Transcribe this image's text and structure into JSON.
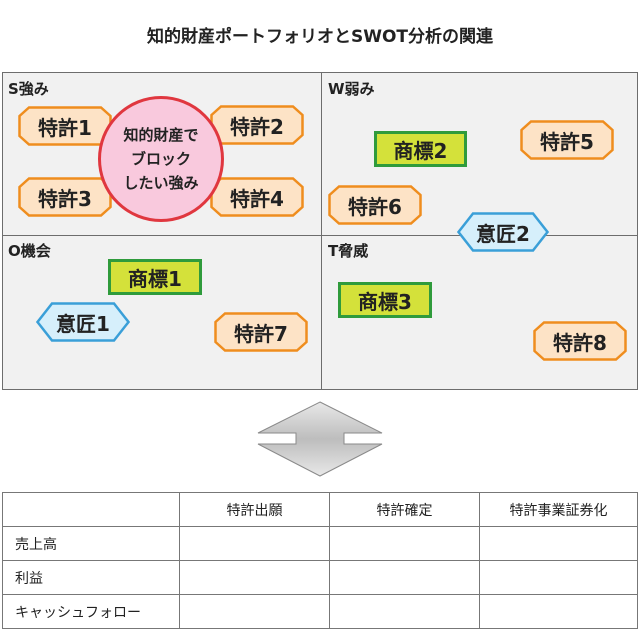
{
  "title": "知的財産ポートフォリオとSWOT分析の関連",
  "quadrants": {
    "s": "S強み",
    "w": "W弱み",
    "o": "O機会",
    "t": "T脅威"
  },
  "circle": {
    "line1": "知的財産で",
    "line2": "ブロック",
    "line3": "したい強み"
  },
  "items": {
    "patent1": "特許1",
    "patent2": "特許2",
    "patent3": "特許3",
    "patent4": "特許4",
    "patent5": "特許5",
    "patent6": "特許6",
    "patent7": "特許7",
    "patent8": "特許8",
    "trademark1": "商標1",
    "trademark2": "商標2",
    "trademark3": "商標3",
    "design1": "意匠1",
    "design2": "意匠2"
  },
  "colors": {
    "patent_fill": "#fde3c6",
    "patent_stroke": "#ef8d1e",
    "design_fill": "#d6effb",
    "design_stroke": "#3a9fd8",
    "trademark_fill": "#d4e13a",
    "trademark_stroke": "#2f9b3c",
    "circle_fill": "#f9c9dd",
    "circle_stroke": "#e0373f"
  },
  "table": {
    "columns": [
      "特許出願",
      "特許確定",
      "特許事業証券化"
    ],
    "rows": [
      "売上高",
      "利益",
      "キャッシュフォロー"
    ]
  }
}
